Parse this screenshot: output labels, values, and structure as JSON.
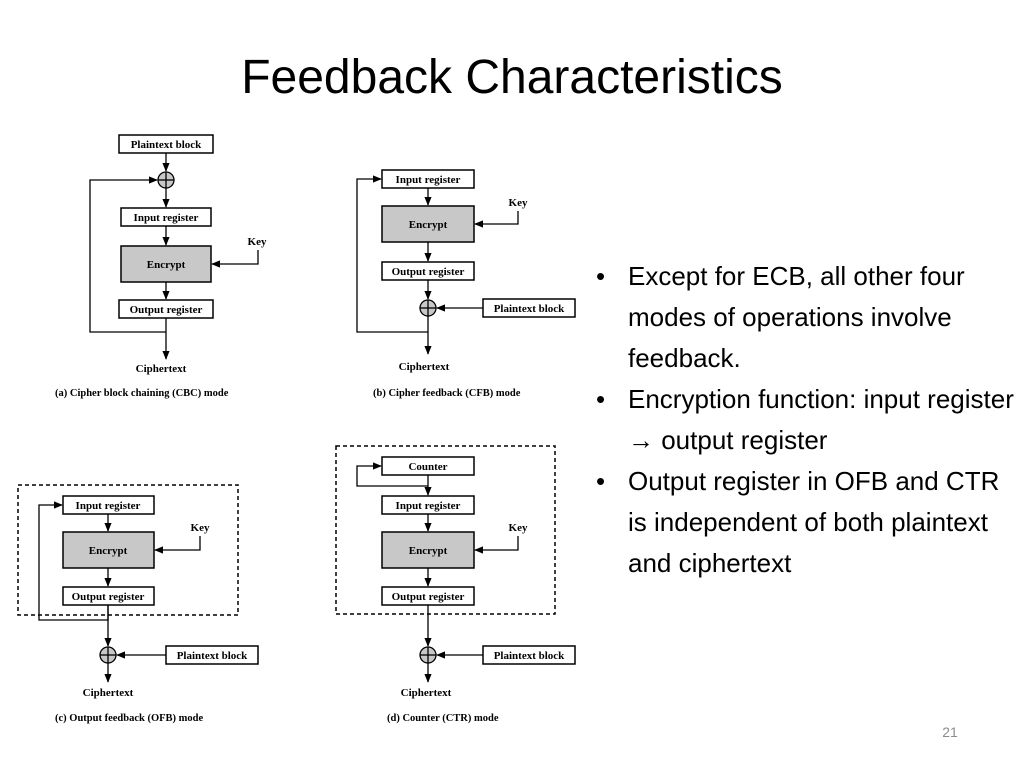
{
  "slide": {
    "title": "Feedback Characteristics",
    "bullets": [
      "Except for ECB, all other four modes of operations involve feedback.",
      "Encryption function: input register → output register",
      "Output register in OFB and CTR is independent of both plaintext and ciphertext"
    ],
    "slide_number": "21"
  },
  "diagrams": {
    "cbc": {
      "plaintext": "Plaintext block",
      "input_register": "Input register",
      "encrypt": "Encrypt",
      "key": "Key",
      "output_register": "Output register",
      "ciphertext": "Ciphertext",
      "caption": "(a)  Cipher block chaining (CBC) mode"
    },
    "cfb": {
      "input_register": "Input register",
      "key": "Key",
      "encrypt": "Encrypt",
      "output_register": "Output register",
      "plaintext": "Plaintext block",
      "ciphertext": "Ciphertext",
      "caption": "(b)  Cipher feedback (CFB) mode"
    },
    "ofb": {
      "input_register": "Input register",
      "key": "Key",
      "encrypt": "Encrypt",
      "output_register": "Output register",
      "plaintext": "Plaintext block",
      "ciphertext": "Ciphertext",
      "caption": "(c)  Output feedback (OFB) mode"
    },
    "ctr": {
      "counter": "Counter",
      "input_register": "Input register",
      "key": "Key",
      "encrypt": "Encrypt",
      "output_register": "Output register",
      "plaintext": "Plaintext block",
      "ciphertext": "Ciphertext",
      "caption": "(d)  Counter (CTR) mode"
    }
  },
  "colors": {
    "block_fill": "#c8c8c8",
    "stroke": "#000000",
    "slide_number": "#8c8c8c"
  }
}
